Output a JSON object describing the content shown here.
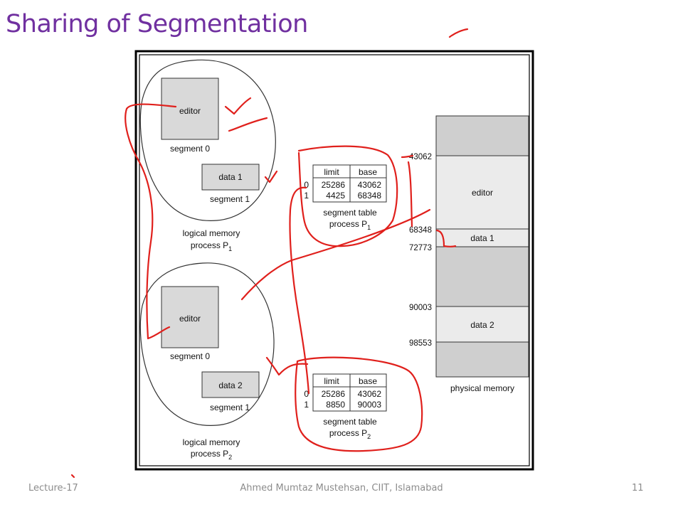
{
  "slide": {
    "title": "Sharing of Segmentation",
    "footer_left": "Lecture-17",
    "footer_center": "Ahmed Mumtaz Mustehsan, CIIT, Islamabad",
    "footer_right": "11"
  },
  "diagram": {
    "process1": {
      "segment0_box": "editor",
      "segment0_caption": "segment 0",
      "segment1_box": "data 1",
      "segment1_caption": "segment 1",
      "caption_line1": "logical memory",
      "caption_line2_prefix": "process P",
      "caption_line2_sub": "1"
    },
    "process2": {
      "segment0_box": "editor",
      "segment0_caption": "segment 0",
      "segment1_box": "data 2",
      "segment1_caption": "segment 1",
      "caption_line1": "logical memory",
      "caption_line2_prefix": "process P",
      "caption_line2_sub": "2"
    },
    "table1": {
      "headers": [
        "limit",
        "base"
      ],
      "rows": [
        {
          "index": "0",
          "limit": "25286",
          "base": "43062"
        },
        {
          "index": "1",
          "limit": "4425",
          "base": "68348"
        }
      ],
      "caption_line1": "segment table",
      "caption_line2_prefix": "process P",
      "caption_line2_sub": "1"
    },
    "table2": {
      "headers": [
        "limit",
        "base"
      ],
      "rows": [
        {
          "index": "0",
          "limit": "25286",
          "base": "43062"
        },
        {
          "index": "1",
          "limit": "8850",
          "base": "90003"
        }
      ],
      "caption_line1": "segment table",
      "caption_line2_prefix": "process P",
      "caption_line2_sub": "2"
    },
    "physical_memory": {
      "addresses": [
        "43062",
        "68348",
        "72773",
        "90003",
        "98553"
      ],
      "blocks": [
        "editor",
        "data 1",
        "data 2"
      ],
      "caption": "physical memory"
    }
  },
  "colors": {
    "title": "#7030a0",
    "annotation_ink": "#e0201c",
    "box_fill": "#d9d9d9",
    "memory_fill": "#cfcfcf",
    "footer": "#8c8c8c"
  }
}
